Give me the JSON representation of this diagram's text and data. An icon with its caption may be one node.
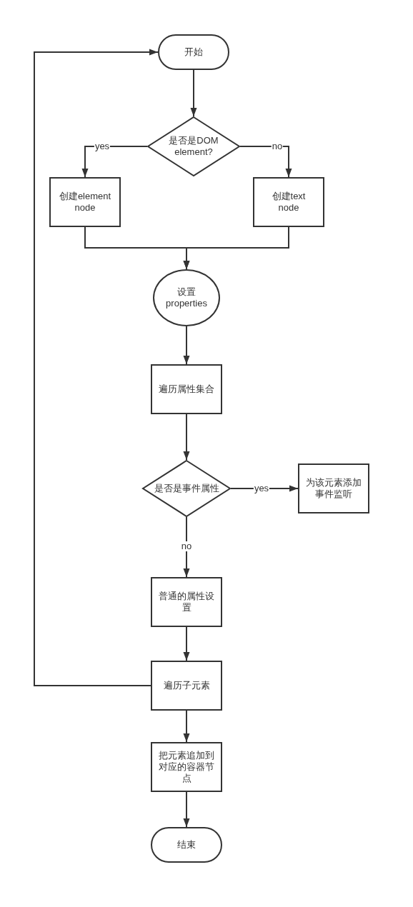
{
  "diagram": {
    "nodes": [
      {
        "text": [
          "开始"
        ]
      },
      {
        "text": [
          "是否是DOM element?"
        ]
      },
      {
        "text": [
          "创建element node"
        ]
      },
      {
        "text": [
          "创建text node"
        ]
      },
      {
        "text": [
          "设置 properties"
        ]
      },
      {
        "text": [
          "遍历属性集合"
        ]
      },
      {
        "text": [
          "是否是事件属性"
        ]
      },
      {
        "text": [
          "为该元素添加事件监听"
        ]
      },
      {
        "text": [
          "普通的属性设置"
        ]
      },
      {
        "text": [
          "遍历子元素"
        ]
      },
      {
        "text": [
          "把元素追加到对应的容器节点"
        ]
      },
      {
        "text": [
          "结束"
        ]
      }
    ],
    "edges": [
      {
        "from": 0,
        "to": 1,
        "arrow": "to"
      },
      {
        "from": 1,
        "to": 2,
        "arrow": "to",
        "label": "yes"
      },
      {
        "from": 1,
        "to": 3,
        "arrow": "to",
        "label": "no"
      },
      {
        "from": 2,
        "to": 4,
        "arrow": "to"
      },
      {
        "from": 3,
        "to": 4,
        "arrow": "to"
      },
      {
        "from": 4,
        "to": 5,
        "arrow": "to"
      },
      {
        "from": 5,
        "to": 6,
        "arrow": "to"
      },
      {
        "from": 6,
        "to": 7,
        "arrow": "to",
        "label": "yes"
      },
      {
        "from": 6,
        "to": 8,
        "arrow": "to",
        "label": "no"
      },
      {
        "from": 8,
        "to": 9,
        "arrow": "to"
      },
      {
        "from": 9,
        "to": 0,
        "arrow": "to"
      },
      {
        "from": 9,
        "to": 10,
        "arrow": "to"
      },
      {
        "from": 10,
        "to": 11,
        "arrow": "to"
      }
    ]
  }
}
